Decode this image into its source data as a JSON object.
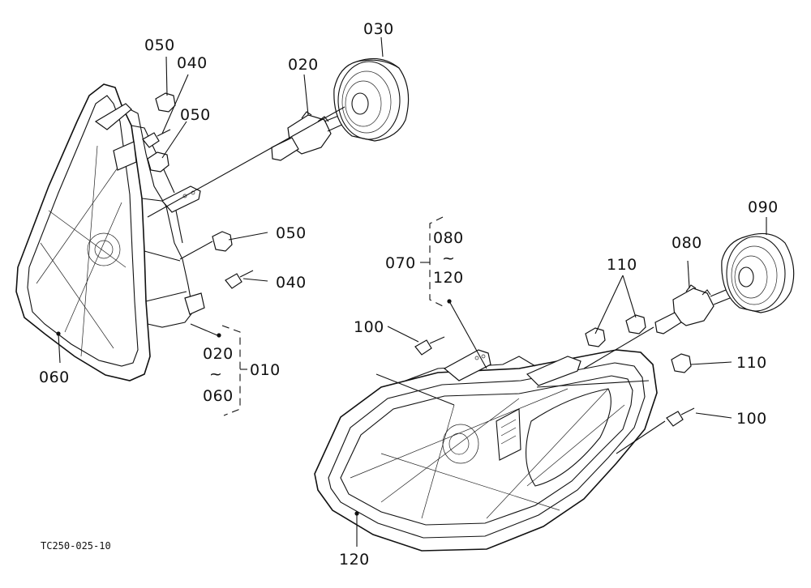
{
  "figure_code": "TC250-025-10",
  "callouts": {
    "c_050a": "050",
    "c_040a": "040",
    "c_050b": "050",
    "c_020a": "020",
    "c_030": "030",
    "c_050c": "050",
    "c_040b": "040",
    "c_060": "060",
    "c_020b": "020",
    "c_tilde_a": "~",
    "c_060b": "060",
    "c_010": "010",
    "c_080a": "080",
    "c_tilde_b": "~",
    "c_120a": "120",
    "c_070": "070",
    "c_100a": "100",
    "c_110a": "110",
    "c_080b": "080",
    "c_090": "090",
    "c_110b": "110",
    "c_100b": "100",
    "c_120b": "120"
  }
}
